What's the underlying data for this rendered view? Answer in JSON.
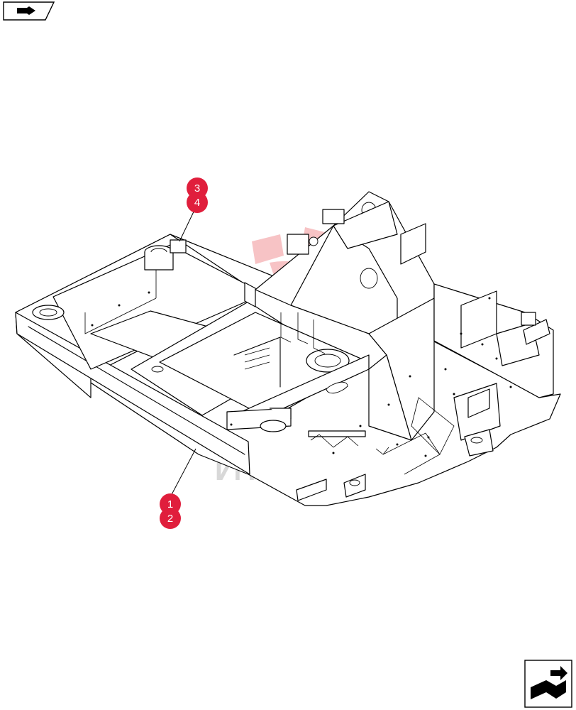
{
  "colors": {
    "callout": "#e01e3c",
    "watermark": "#e8474e",
    "stroke": "#000000"
  },
  "icons": {
    "top_left": "pointing-hand-icon",
    "bottom_right": "book-arrow-icon"
  },
  "callouts": [
    {
      "id": "c3",
      "label": "3"
    },
    {
      "id": "c4",
      "label": "4"
    },
    {
      "id": "c1",
      "label": "1"
    },
    {
      "id": "c2",
      "label": "2"
    }
  ],
  "watermark": {
    "text": "ИНТЕХ"
  }
}
